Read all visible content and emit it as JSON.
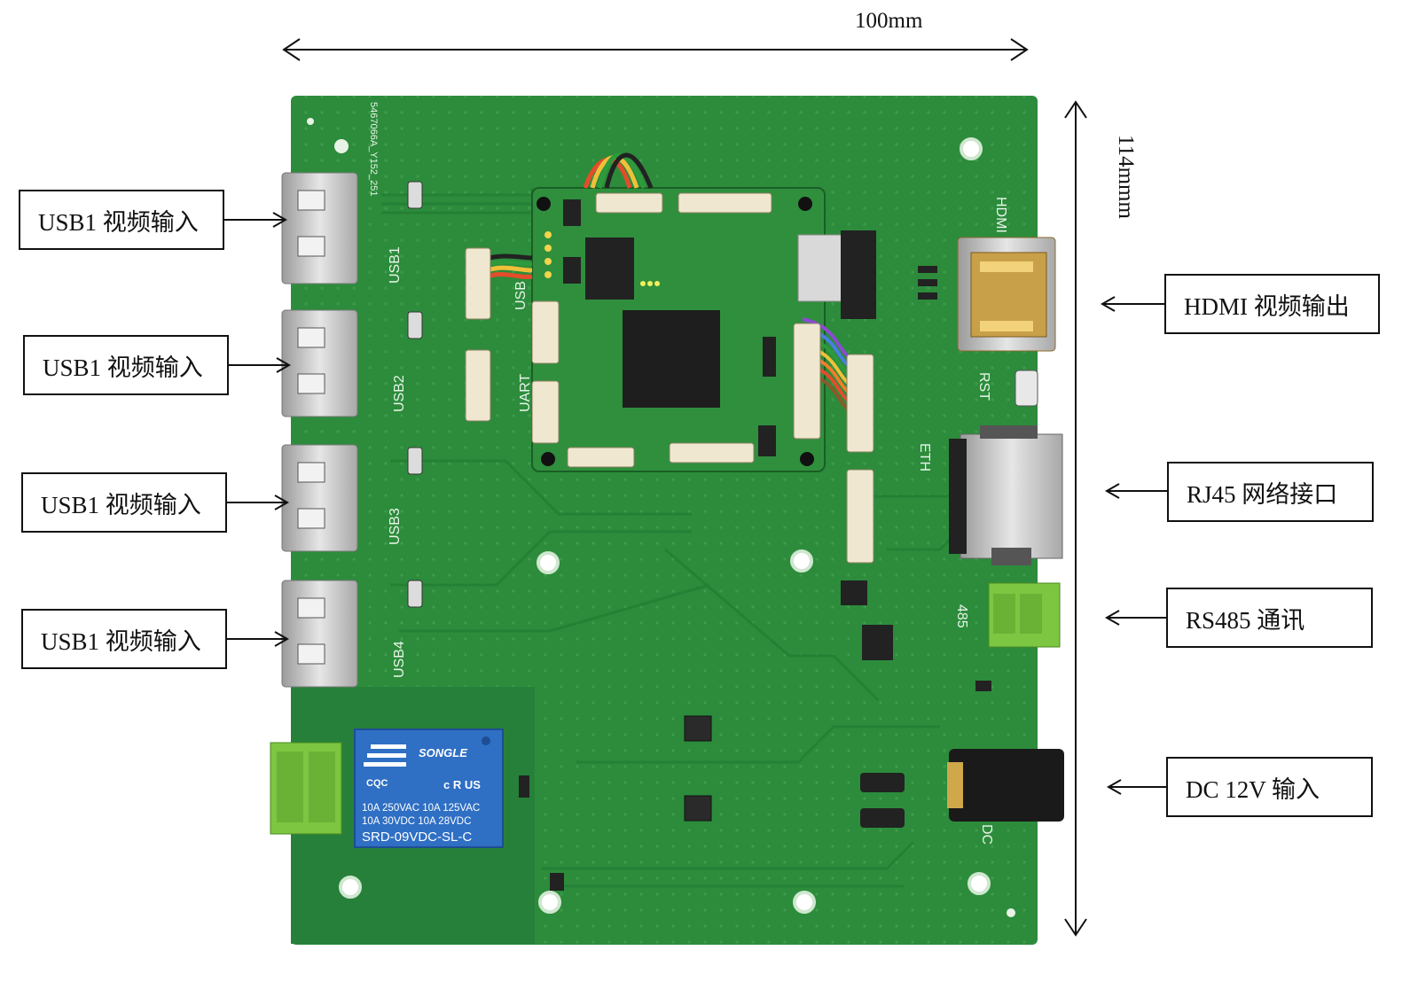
{
  "dimensions": {
    "width_label": "100mm",
    "height_label": "114mmm"
  },
  "callouts_left": [
    {
      "label": "USB1 视频输入"
    },
    {
      "label": "USB1 视频输入"
    },
    {
      "label": "USB1 视频输入"
    },
    {
      "label": "USB1 视频输入"
    }
  ],
  "callouts_right": [
    {
      "label": "HDMI 视频输出"
    },
    {
      "label": "RJ45 网络接口"
    },
    {
      "label": "RS485 通讯"
    },
    {
      "label": "DC 12V 输入"
    }
  ],
  "board": {
    "silkscreen": {
      "usb1": "USB1",
      "usb2": "USB2",
      "usb3": "USB3",
      "usb4": "USB4",
      "hdmi": "HDMI",
      "rst": "RST",
      "eth": "ETH",
      "rs485": "485",
      "dc": "DC",
      "uart": "UART",
      "usb_small": "USB",
      "part_code": "5467066A_Y152_251"
    },
    "relay": {
      "brand": "SONGLE",
      "rating_line1": "10A 250VAC  10A 125VAC",
      "rating_line2": "10A  30VDC  10A  28VDC",
      "model": "SRD-09VDC-SL-C",
      "cqc": "CQC",
      "ul": "c R US"
    }
  },
  "colors": {
    "pcb": "#2c8c3b",
    "pcb_dark": "#1f6e2c",
    "terminal_green": "#7cc642",
    "relay_blue": "#2f6fc4",
    "silver": "#c9c9c9"
  }
}
